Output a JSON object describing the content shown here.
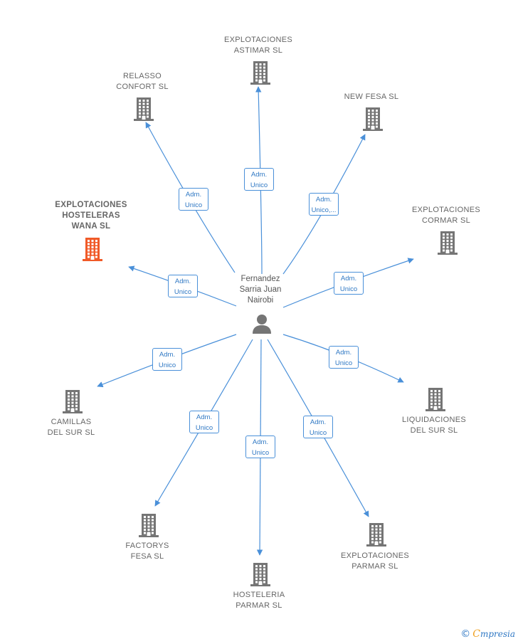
{
  "center": {
    "label": "Fernandez\nSarria Juan\nNairobi",
    "icon": "person-icon"
  },
  "colors": {
    "edge": "#4a90d9",
    "building": "#757575",
    "highlight": "#f05a28",
    "role_text": "#2f78c4"
  },
  "companies": [
    {
      "id": "explotaciones-astimar",
      "label": "EXPLOTACIONES\nASTIMAR SL",
      "highlight": false,
      "role": "Adm.\nUnico"
    },
    {
      "id": "relasso-confort",
      "label": "RELASSO\nCONFORT SL",
      "highlight": false,
      "role": "Adm.\nUnico"
    },
    {
      "id": "new-fesa",
      "label": "NEW FESA SL",
      "highlight": false,
      "role": "Adm.\nUnico,..."
    },
    {
      "id": "explotaciones-hosteleras-wana",
      "label": "EXPLOTACIONES\nHOSTELERAS\nWANA SL",
      "highlight": true,
      "role": "Adm.\nUnico"
    },
    {
      "id": "explotaciones-cormar",
      "label": "EXPLOTACIONES\nCORMAR SL",
      "highlight": false,
      "role": "Adm.\nUnico"
    },
    {
      "id": "camillas-del-sur",
      "label": "CAMILLAS\nDEL SUR SL",
      "highlight": false,
      "role": "Adm.\nUnico"
    },
    {
      "id": "liquidaciones-del-sur",
      "label": "LIQUIDACIONES\nDEL SUR SL",
      "highlight": false,
      "role": "Adm.\nUnico"
    },
    {
      "id": "factorys-fesa",
      "label": "FACTORYS\nFESA SL",
      "highlight": false,
      "role": "Adm.\nUnico"
    },
    {
      "id": "hosteleria-parmar",
      "label": "HOSTELERIA\nPARMAR SL",
      "highlight": false,
      "role": "Adm.\nUnico"
    },
    {
      "id": "explotaciones-parmar",
      "label": "EXPLOTACIONES\nPARMAR SL",
      "highlight": false,
      "role": "Adm.\nUnico"
    }
  ],
  "brand": {
    "copyright": "©",
    "first": "C",
    "rest": "mpresia"
  }
}
